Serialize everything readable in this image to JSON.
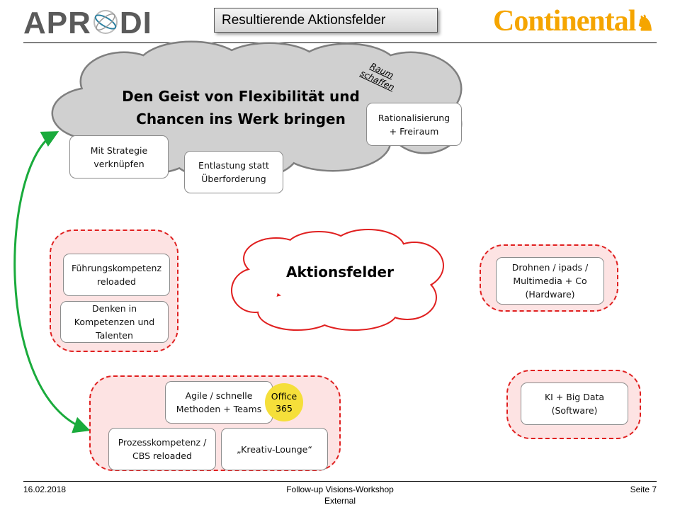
{
  "header": {
    "left_logo": "APRODI",
    "title": "Resultierende Aktionsfelder",
    "right_logo": "Continental"
  },
  "top_cloud": {
    "title": "Den Geist von Flexibilität und\nChancen ins Werk bringen",
    "note": "Raum\nschaffen",
    "boxes": [
      "Mit Strategie\nverknüpfen",
      "Entlastung statt\nÜberforderung",
      "Rationalisierung\n+ Freiraum"
    ]
  },
  "center_cloud": {
    "title": "Aktionsfelder"
  },
  "groups": {
    "leadership": [
      "Führungskompetenz\nreloaded",
      "Denken in\nKompetenzen und\nTalenten"
    ],
    "hardware": [
      "Drohnen / ipads /\nMultimedia + Co\n(Hardware)"
    ],
    "software": [
      "KI + Big Data\n(Software)"
    ],
    "methods": [
      "Agile / schnelle\nMethoden + Teams",
      "Prozesskompetenz /\nCBS reloaded",
      "„Kreativ-Lounge“"
    ],
    "badge": "Office\n365"
  },
  "footer": {
    "date": "16.02.2018",
    "center": "Follow-up Visions-Workshop",
    "classification": "External",
    "page": "Seite 7"
  },
  "colors": {
    "accent_red": "#e02020",
    "group_fill": "#fde3e3",
    "cloud_gray": "#d0d0d0",
    "arrow_green": "#1aab3c",
    "badge_yellow": "#f5df3a",
    "continental_orange": "#f5a500"
  }
}
